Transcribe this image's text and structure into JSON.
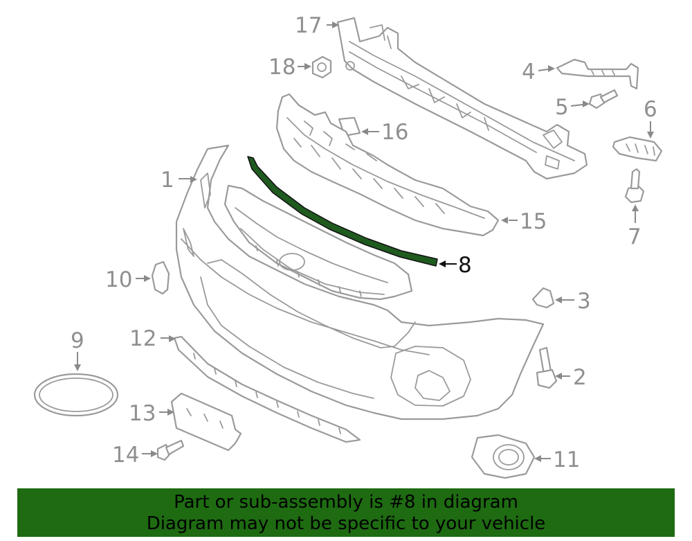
{
  "diagram": {
    "highlighted_part": "8",
    "highlight_color": "#1f5a1f",
    "line_color": "#9a9a9a",
    "callouts": [
      "17",
      "18",
      "4",
      "5",
      "6",
      "16",
      "1",
      "15",
      "7",
      "8",
      "10",
      "3",
      "9",
      "12",
      "2",
      "13",
      "14",
      "11"
    ]
  },
  "banner": {
    "background": "#1e6b12",
    "line1": "Part or sub-assembly is #8 in diagram",
    "line2": "Diagram may not be specific to your vehicle"
  }
}
